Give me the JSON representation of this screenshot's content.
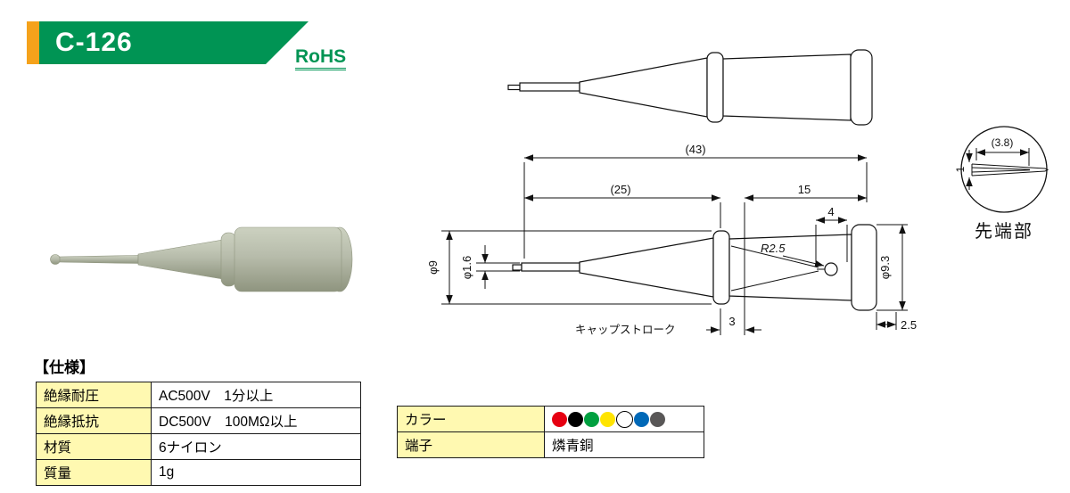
{
  "header": {
    "model": "C-126",
    "rohs": "RoHS"
  },
  "drawing": {
    "dims": {
      "total_len": "(43)",
      "front_len": "(25)",
      "rear_len": "15",
      "hole_offset": "4",
      "radius": "R2.5",
      "dia_body": "φ9",
      "dia_tip": "φ1.6",
      "dia_cap": "φ9.3",
      "stroke": "3",
      "cap_edge": "2.5"
    },
    "cap_stroke_label": "キャップストローク",
    "detail": {
      "width": "(3.8)",
      "height": "1",
      "caption": "先端部"
    }
  },
  "spec": {
    "title": "【仕様】",
    "rows": [
      {
        "label": "絶縁耐圧",
        "value": "AC500V　1分以上"
      },
      {
        "label": "絶縁抵抗",
        "value": "DC500V　100MΩ以上"
      },
      {
        "label": "材質",
        "value": "6ナイロン"
      },
      {
        "label": "質量",
        "value": "1g"
      }
    ]
  },
  "attributes": {
    "rows": [
      {
        "label": "カラー"
      },
      {
        "label": "端子",
        "value": "燐青銅"
      }
    ],
    "dots": [
      {
        "name": "red",
        "css": "background:#E60012"
      },
      {
        "name": "black",
        "css": "background:#000000"
      },
      {
        "name": "green",
        "css": "background:#00A040"
      },
      {
        "name": "yellow",
        "css": "background:#FFE400"
      },
      {
        "name": "white",
        "css": "background:#FFFFFF;border:1.5px solid #000"
      },
      {
        "name": "blue",
        "css": "background:#0068B7"
      },
      {
        "name": "gray",
        "css": "background:#595757"
      }
    ]
  },
  "colors": {
    "banner_green": "#009454",
    "accent_orange": "#F5A21B",
    "table_label_bg": "#FFF9B1"
  }
}
